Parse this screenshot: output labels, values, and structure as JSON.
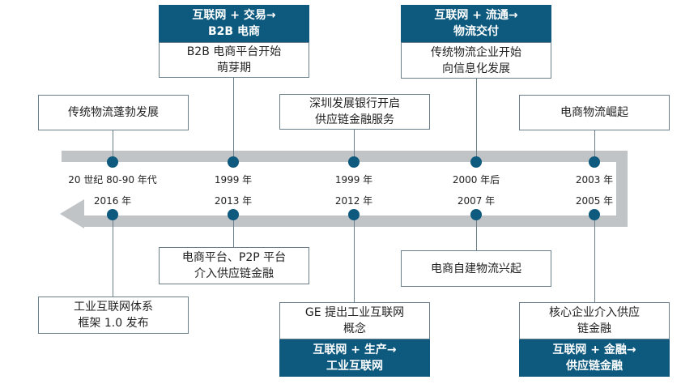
{
  "top_row": {
    "events": [
      {
        "year": "20 世纪 80-90 年代",
        "text": "传统物流蓬勃发展"
      },
      {
        "year": "1999 年",
        "text": "B2B 电商平台开始\n萌芽期",
        "header": "互联网 + 交易→\nB2B 电商"
      },
      {
        "year": "1999 年",
        "text": "深圳发展银行开启\n供应链金融服务"
      },
      {
        "year": "2000 年后",
        "text": "传统物流企业开始\n向信息化发展",
        "header": "互联网 + 流通→\n物流交付"
      },
      {
        "year": "2003 年",
        "text": "电商物流崛起"
      }
    ]
  },
  "bottom_row": {
    "events": [
      {
        "year": "2016 年",
        "text": "工业互联网体系\n框架 1.0 发布"
      },
      {
        "year": "2013 年",
        "text": "电商平台、P2P 平台\n介入供应链金融"
      },
      {
        "year": "2012 年",
        "text": "GE 提出工业互联网\n概念",
        "header": "互联网 + 生产→\n工业互联网"
      },
      {
        "year": "2007 年",
        "text": "电商自建物流兴起"
      },
      {
        "year": "2005 年",
        "text": "核心企业介入供应\n链金融",
        "header": "互联网 + 金融→\n供应链金融"
      }
    ]
  },
  "colors": {
    "accent": "#0e5a7e",
    "track": "#c0c4c7",
    "border": "#6a7f8a"
  }
}
